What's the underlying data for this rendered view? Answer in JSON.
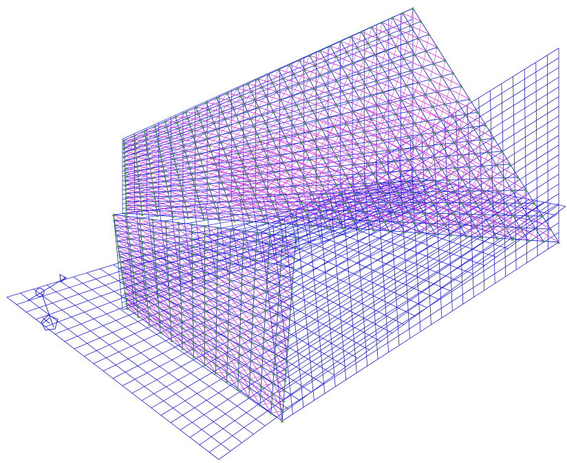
{
  "view": {
    "background": "#ffffff",
    "description_visible_text": ""
  },
  "colors": {
    "mesh_line": "#1f1fe0",
    "load_arrow": "#d83ad8",
    "support_marker": "#3aa63a",
    "axis_triad": "#1f1fe0"
  },
  "axis_triad": {
    "icon": "global-axis-triad-icon",
    "labels": [
      "",
      "",
      ""
    ]
  },
  "model": {
    "parts": [
      {
        "name": "base-slab",
        "type": "shell-mesh"
      },
      {
        "name": "back-wall",
        "type": "shell-mesh"
      },
      {
        "name": "left-wall-upper",
        "type": "shell-mesh"
      },
      {
        "name": "left-wall-lower",
        "type": "shell-mesh"
      },
      {
        "name": "front-wall",
        "type": "shell-mesh"
      }
    ]
  }
}
